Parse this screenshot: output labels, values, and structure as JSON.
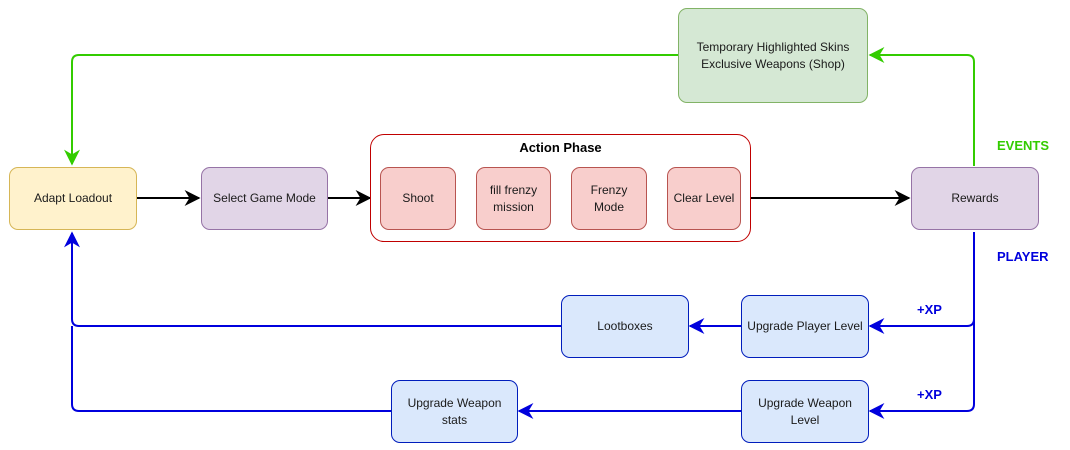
{
  "colors": {
    "green_flow": "#33cc00",
    "blue_flow": "#0000dd",
    "black_flow": "#000000",
    "events_label": "#33cc00",
    "player_label": "#0000dd"
  },
  "group": {
    "title": "Action Phase"
  },
  "nodes": {
    "adapt_loadout": "Adapt Loadout",
    "select_game_mode": "Select Game Mode",
    "shoot": "Shoot",
    "fill_frenzy_mission": "fill frenzy\nmission",
    "frenzy_mode": "Frenzy\nMode",
    "clear_level": "Clear Level",
    "rewards": "Rewards",
    "shop": "Temporary Highlighted Skins\nExclusive Weapons (Shop)",
    "lootboxes": "Lootboxes",
    "upgrade_player_level": "Upgrade Player Level",
    "upgrade_weapon_stats": "Upgrade Weapon\nstats",
    "upgrade_weapon_level": "Upgrade Weapon\nLevel"
  },
  "labels": {
    "events": "EVENTS",
    "player": "PLAYER",
    "xp_top": "+XP",
    "xp_bottom": "+XP"
  }
}
